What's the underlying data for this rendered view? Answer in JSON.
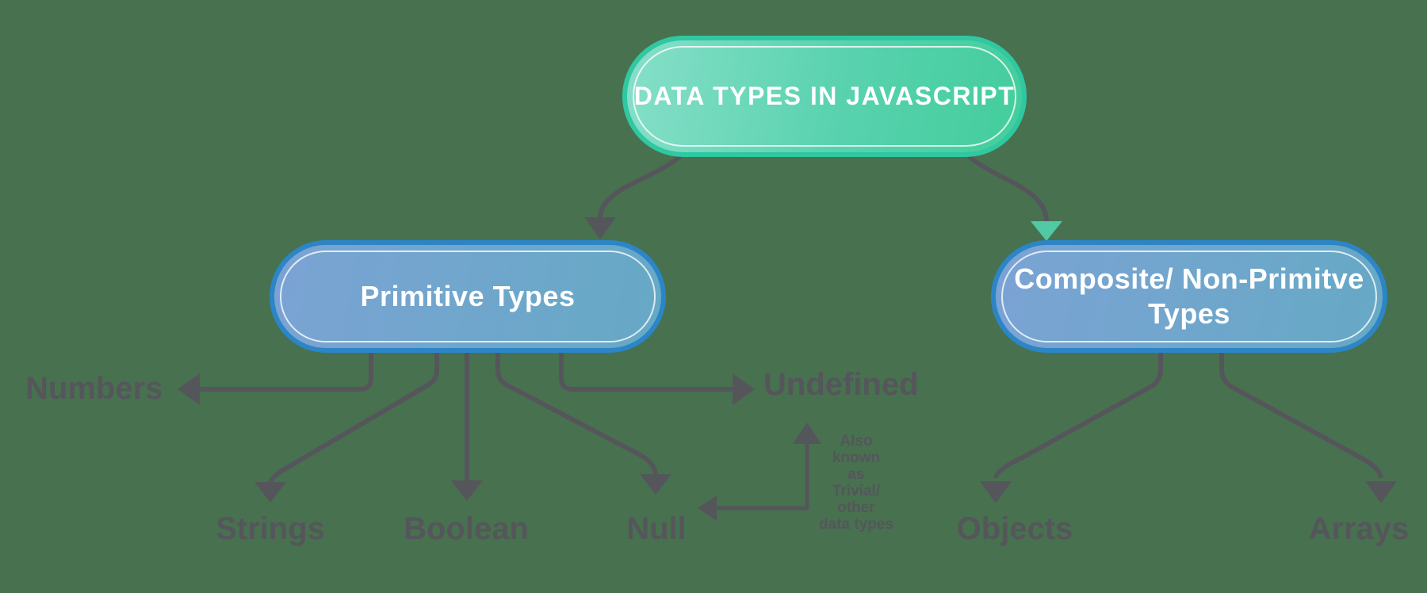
{
  "diagram": {
    "title": "DATA TYPES IN JAVASCRIPT",
    "nodes": {
      "root": {
        "label": "DATA TYPES IN JAVASCRIPT"
      },
      "primitive": {
        "label": "Primitive Types"
      },
      "composite": {
        "label": "Composite/ Non-Primitve Types",
        "line1": "Composite/ Non-Primitve",
        "line2": "Types"
      }
    },
    "leaves": {
      "numbers": "Numbers",
      "strings": "Strings",
      "boolean": "Boolean",
      "null": "Null",
      "undefined": "Undefined",
      "objects": "Objects",
      "arrays": "Arrays"
    },
    "annotation": {
      "text": "Also known as Trivial/ other data types",
      "lines": [
        "Also",
        "known",
        "as",
        "Trivial/",
        "other",
        "data types"
      ]
    }
  },
  "colors": {
    "bg": "#48714F",
    "gray": "#55565B",
    "teal-border": "#2FC8A1",
    "teal-arrow": "#50C9A4",
    "blue-border": "#2C85C7",
    "blue-fill-left": "#7BA3D4",
    "blue-fill-right": "#66A9C5",
    "teal-fill-left": "#87DFC9",
    "teal-fill-right": "#43CD9C",
    "text-on-node": "#FFFFFF"
  }
}
